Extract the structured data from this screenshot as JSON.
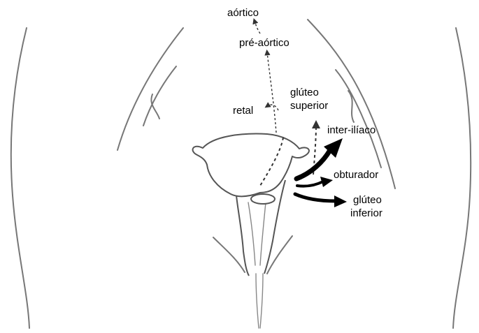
{
  "labels": {
    "aortico": "aórtico",
    "pre_aortico": "pré-aórtico",
    "retal": "retal",
    "gluteo_superior_line1": "glúteo",
    "gluteo_superior_line2": "superior",
    "inter_iliaco": "inter-ilíaco",
    "obturador": "obturador",
    "gluteo_inferior_line1": "glúteo",
    "gluteo_inferior_line2": "inferior"
  },
  "colors": {
    "ink": "#000000",
    "outline": "#777777",
    "background": "#ffffff"
  }
}
